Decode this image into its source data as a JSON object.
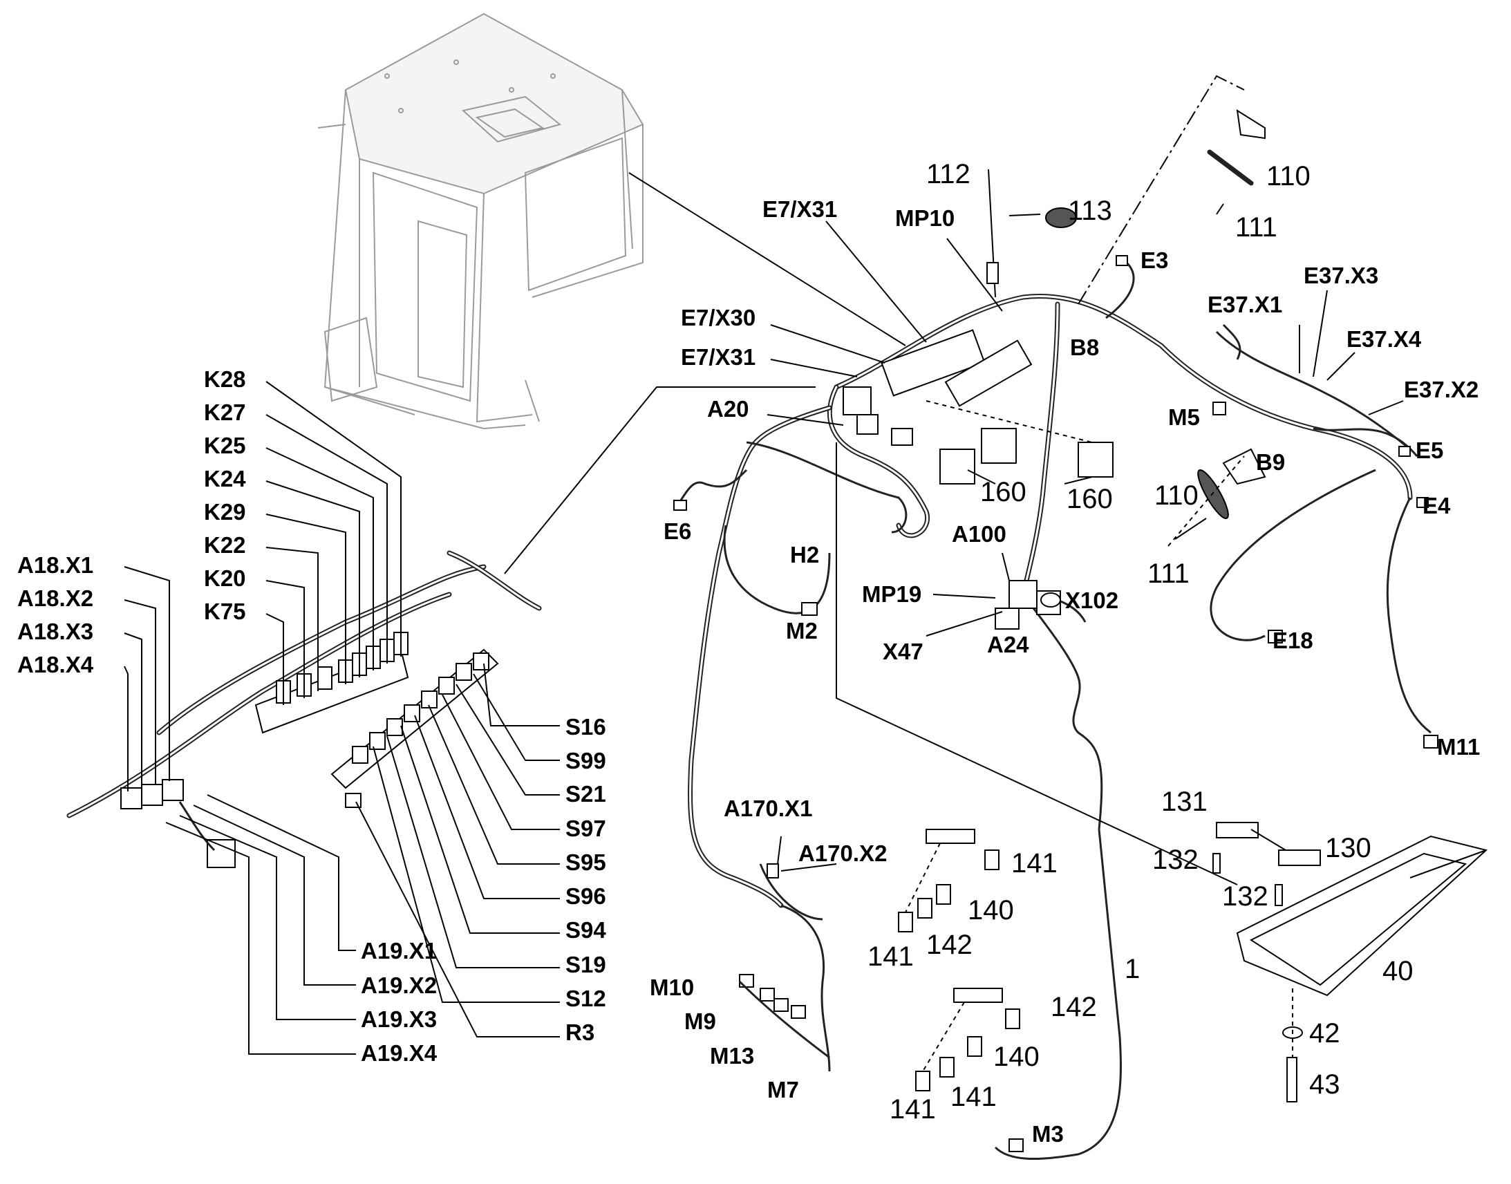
{
  "labels_bold": [
    {
      "id": "E7/X31-top",
      "text": "E7/X31"
    },
    {
      "id": "MP10",
      "text": "MP10"
    },
    {
      "id": "E3",
      "text": "E3"
    },
    {
      "id": "E7/X30",
      "text": "E7/X30"
    },
    {
      "id": "E7/X31-mid",
      "text": "E7/X31"
    },
    {
      "id": "B8",
      "text": "B8"
    },
    {
      "id": "A20",
      "text": "A20"
    },
    {
      "id": "E37.X1",
      "text": "E37.X1"
    },
    {
      "id": "E37.X3",
      "text": "E37.X3"
    },
    {
      "id": "E37.X4",
      "text": "E37.X4"
    },
    {
      "id": "E37.X2",
      "text": "E37.X2"
    },
    {
      "id": "M5",
      "text": "M5"
    },
    {
      "id": "B9",
      "text": "B9"
    },
    {
      "id": "E5",
      "text": "E5"
    },
    {
      "id": "E4",
      "text": "E4"
    },
    {
      "id": "E6",
      "text": "E6"
    },
    {
      "id": "H2",
      "text": "H2"
    },
    {
      "id": "M2",
      "text": "M2"
    },
    {
      "id": "A100",
      "text": "A100"
    },
    {
      "id": "MP19",
      "text": "MP19"
    },
    {
      "id": "X102",
      "text": "X102"
    },
    {
      "id": "X47",
      "text": "X47"
    },
    {
      "id": "A24",
      "text": "A24"
    },
    {
      "id": "E18",
      "text": "E18"
    },
    {
      "id": "M11",
      "text": "M11"
    },
    {
      "id": "K28",
      "text": "K28"
    },
    {
      "id": "K27",
      "text": "K27"
    },
    {
      "id": "K25",
      "text": "K25"
    },
    {
      "id": "K24",
      "text": "K24"
    },
    {
      "id": "K29",
      "text": "K29"
    },
    {
      "id": "K22",
      "text": "K22"
    },
    {
      "id": "K20",
      "text": "K20"
    },
    {
      "id": "K75",
      "text": "K75"
    },
    {
      "id": "A18.X1",
      "text": "A18.X1"
    },
    {
      "id": "A18.X2",
      "text": "A18.X2"
    },
    {
      "id": "A18.X3",
      "text": "A18.X3"
    },
    {
      "id": "A18.X4",
      "text": "A18.X4"
    },
    {
      "id": "S16",
      "text": "S16"
    },
    {
      "id": "S99",
      "text": "S99"
    },
    {
      "id": "S21",
      "text": "S21"
    },
    {
      "id": "S97",
      "text": "S97"
    },
    {
      "id": "S95",
      "text": "S95"
    },
    {
      "id": "S96",
      "text": "S96"
    },
    {
      "id": "S94",
      "text": "S94"
    },
    {
      "id": "S19",
      "text": "S19"
    },
    {
      "id": "S12",
      "text": "S12"
    },
    {
      "id": "R3",
      "text": "R3"
    },
    {
      "id": "A19.X1",
      "text": "A19.X1"
    },
    {
      "id": "A19.X2",
      "text": "A19.X2"
    },
    {
      "id": "A19.X3",
      "text": "A19.X3"
    },
    {
      "id": "A19.X4",
      "text": "A19.X4"
    },
    {
      "id": "A170.X1",
      "text": "A170.X1"
    },
    {
      "id": "A170.X2",
      "text": "A170.X2"
    },
    {
      "id": "M10",
      "text": "M10"
    },
    {
      "id": "M9",
      "text": "M9"
    },
    {
      "id": "M13",
      "text": "M13"
    },
    {
      "id": "M7",
      "text": "M7"
    },
    {
      "id": "M3",
      "text": "M3"
    }
  ],
  "labels_numbers": [
    {
      "id": "112",
      "text": "112"
    },
    {
      "id": "113",
      "text": "113"
    },
    {
      "id": "110-top",
      "text": "110"
    },
    {
      "id": "111-top",
      "text": "111"
    },
    {
      "id": "160-a",
      "text": "160"
    },
    {
      "id": "160-b",
      "text": "160"
    },
    {
      "id": "110-mid",
      "text": "110"
    },
    {
      "id": "111-mid",
      "text": "111"
    },
    {
      "id": "131",
      "text": "131"
    },
    {
      "id": "130",
      "text": "130"
    },
    {
      "id": "132-a",
      "text": "132"
    },
    {
      "id": "132-b",
      "text": "132"
    },
    {
      "id": "40",
      "text": "40"
    },
    {
      "id": "42",
      "text": "42"
    },
    {
      "id": "43",
      "text": "43"
    },
    {
      "id": "141-a",
      "text": "141"
    },
    {
      "id": "140-a",
      "text": "140"
    },
    {
      "id": "141-b",
      "text": "141"
    },
    {
      "id": "142-a",
      "text": "142"
    },
    {
      "id": "142-b",
      "text": "142"
    },
    {
      "id": "140-b",
      "text": "140"
    },
    {
      "id": "141-c",
      "text": "141"
    },
    {
      "id": "141-d",
      "text": "141"
    },
    {
      "id": "1",
      "text": "1"
    }
  ]
}
